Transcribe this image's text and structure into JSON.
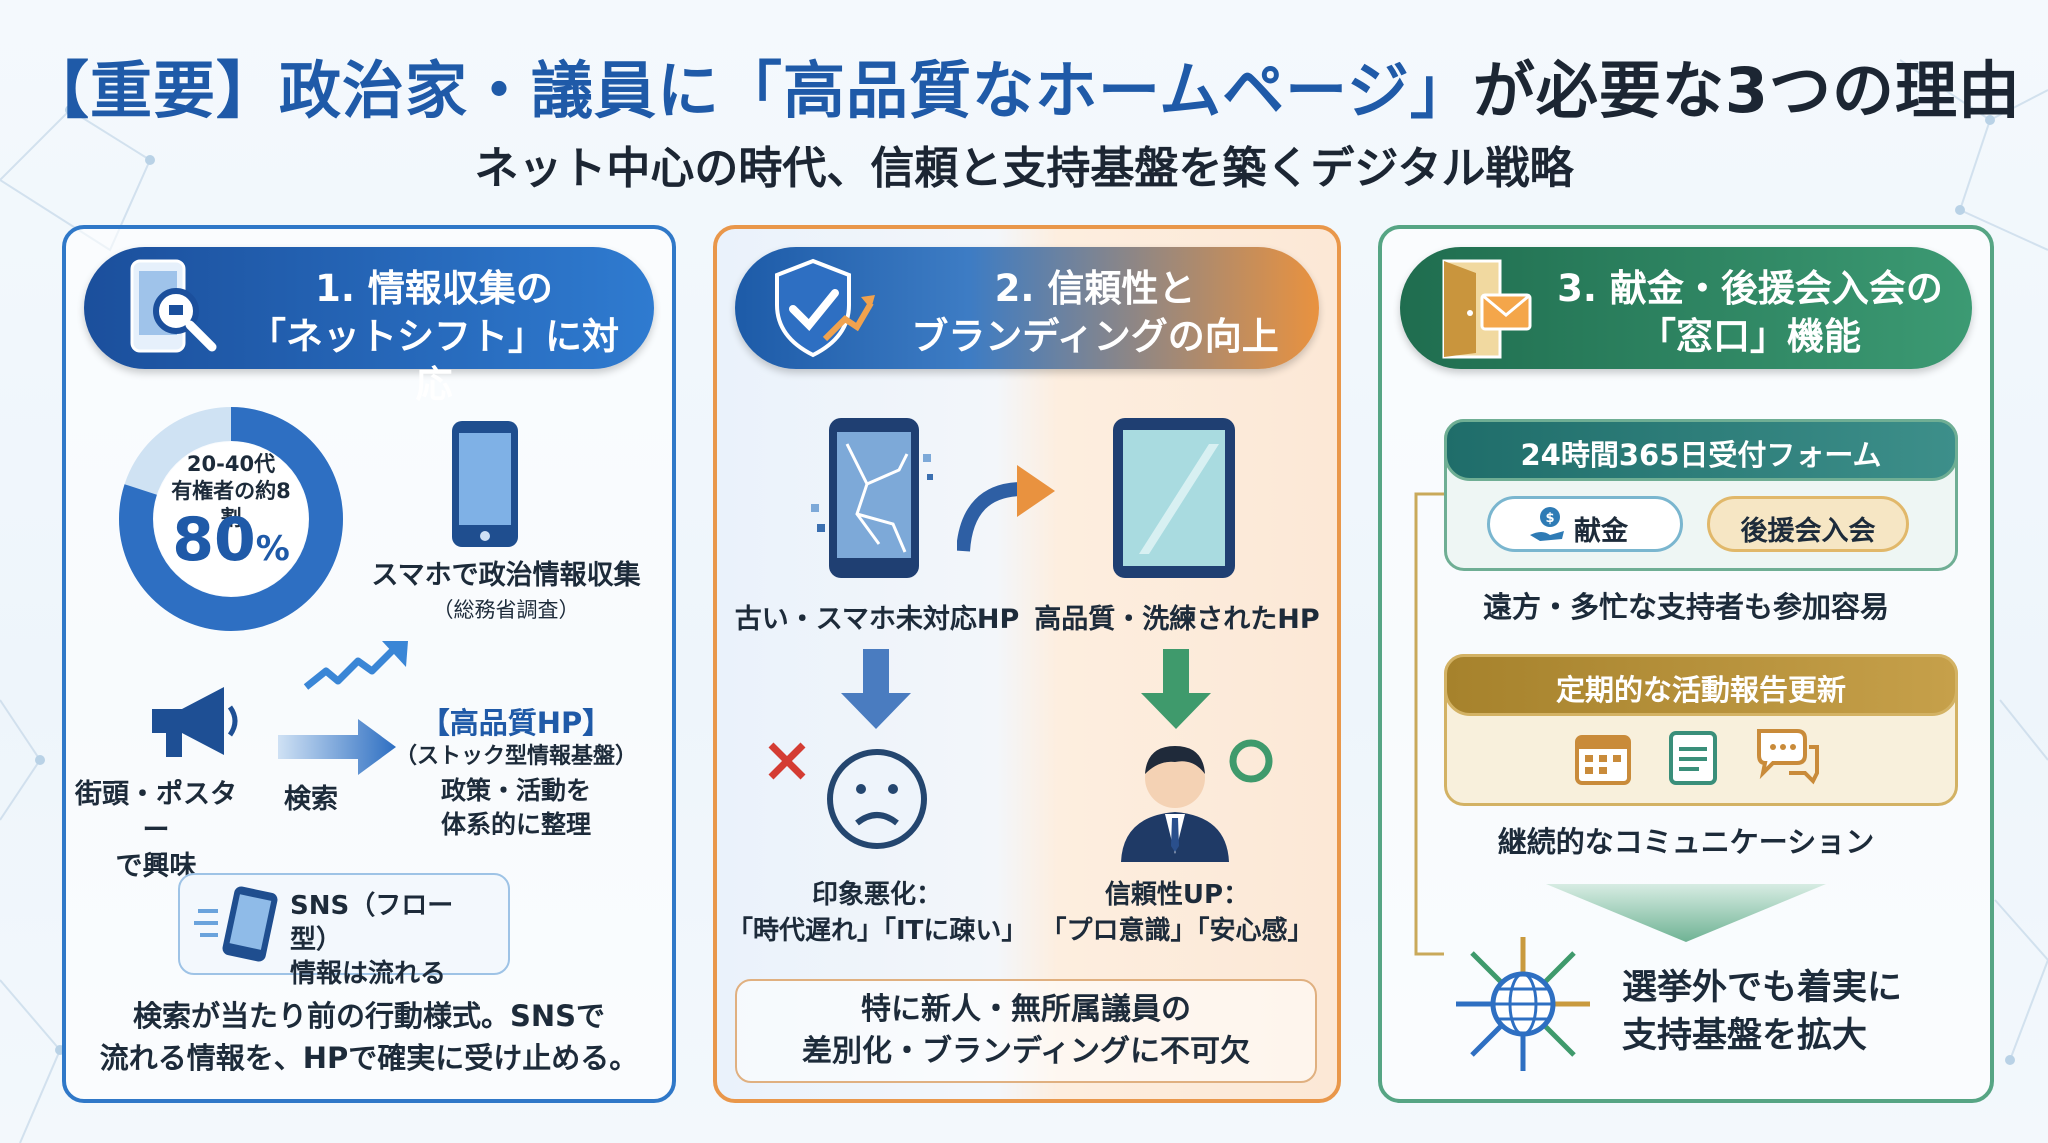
{
  "header": {
    "title_part1": "【重要】政治家・議員に",
    "title_part2": "「高品質なホームページ」",
    "title_part3": "が必要な3つの理由",
    "subtitle": "ネット中心の時代、信頼と支持基盤を築くデジタル戦略"
  },
  "colors": {
    "accent_blue": "#1f5aa8",
    "accent_orange": "#e9974a",
    "accent_green": "#56a584",
    "gold": "#b8902c"
  },
  "panel1": {
    "title_line1": "1. 情報収集の",
    "title_line2": "「ネットシフト」に対応",
    "donut": {
      "label_line1": "20-40代",
      "label_line2": "有権者の約8割",
      "value": "80",
      "unit": "%",
      "fraction": 0.8
    },
    "phone_caption_line1": "スマホで政治情報収集",
    "phone_caption_line2": "（総務省調査）",
    "street_label_line1": "街頭・ポスター",
    "street_label_line2": "で興味",
    "search_label": "検索",
    "hp_title": "【高品質HP】",
    "hp_line1": "（ストック型情報基盤）",
    "hp_line2": "政策・活動を",
    "hp_line3": "体系的に整理",
    "sns_line1": "SNS（フロー型）",
    "sns_line2": "情報は流れる",
    "footer_line1": "検索が当たり前の行動様式。SNSで",
    "footer_line2": "流れる情報を、HPで確実に受け止める。",
    "icons": [
      "phone-search-icon",
      "smartphone-icon",
      "megaphone-icon",
      "trend-arrow-icon",
      "right-arrow-icon",
      "phone-motion-icon"
    ]
  },
  "panel2": {
    "title_line1": "2. 信頼性と",
    "title_line2": "ブランディングの向上",
    "old_label": "古い・スマホ未対応HP",
    "new_label": "高品質・洗練されたHP",
    "bad_line1": "印象悪化：",
    "bad_line2": "「時代遅れ」「ITに疎い」",
    "good_line1": "信頼性UP：",
    "good_line2": "「プロ意識」「安心感」",
    "footer_line1": "特に新人・無所属議員の",
    "footer_line2": "差別化・ブランディングに不可欠",
    "icons": [
      "shield-check-icon",
      "cracked-phone-icon",
      "tablet-icon",
      "curved-arrow-icon",
      "cross-mark-icon",
      "sad-face-icon",
      "businessman-icon",
      "circle-mark-icon"
    ]
  },
  "panel3": {
    "title_line1": "3. 献金・後援会入会の",
    "title_line2": "「窓口」機能",
    "form_title": "24時間365日受付フォーム",
    "donation_button": "献金",
    "member_button": "後援会入会",
    "remote_text": "遠方・多忙な支持者も参加容易",
    "report_title": "定期的な活動報告更新",
    "comm_text": "継続的なコミュニケーション",
    "footer_line1": "選挙外でも着実に",
    "footer_line2": "支持基盤を拡大",
    "icons": [
      "door-mail-icon",
      "donation-hand-icon",
      "calendar-icon",
      "notepad-icon",
      "chat-bubble-icon",
      "globe-network-icon"
    ]
  }
}
